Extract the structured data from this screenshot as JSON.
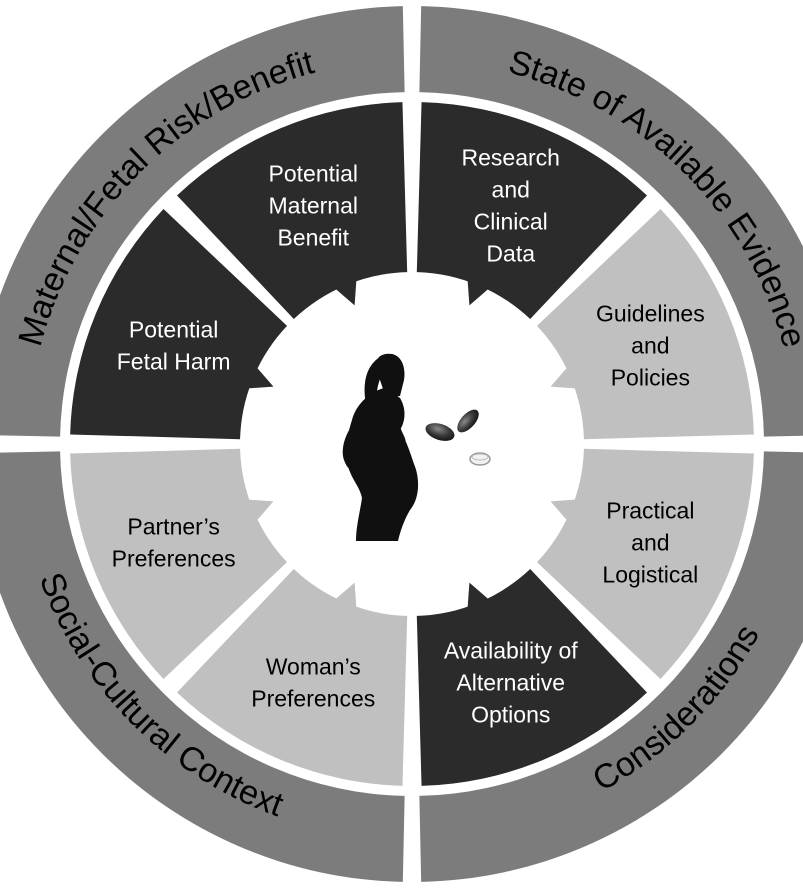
{
  "colors": {
    "ring": "#7c7c7c",
    "dark_segment": "#2b2b2b",
    "light_segment": "#c0c0c0",
    "dark_text": "#ffffff",
    "light_text": "#000000"
  },
  "outer_ring": [
    {
      "id": "maternal-fetal",
      "label": "Maternal/Fetal Risk/Benefit"
    },
    {
      "id": "evidence",
      "label": "State of Available Evidence"
    },
    {
      "id": "social-cultural",
      "label": "Social-Cultural Context"
    },
    {
      "id": "considerations",
      "label": "Considerations"
    }
  ],
  "segments": [
    {
      "id": "fetal-harm",
      "tone": "dark",
      "lines": [
        "Potential",
        "Fetal Harm"
      ]
    },
    {
      "id": "maternal-benefit",
      "tone": "dark",
      "lines": [
        "Potential",
        "Maternal",
        "Benefit"
      ]
    },
    {
      "id": "research-data",
      "tone": "dark",
      "lines": [
        "Research",
        "and",
        "Clinical",
        "Data"
      ]
    },
    {
      "id": "guidelines",
      "tone": "light",
      "lines": [
        "Guidelines",
        "and",
        "Policies"
      ]
    },
    {
      "id": "practical",
      "tone": "light",
      "lines": [
        "Practical",
        "and",
        "Logistical"
      ]
    },
    {
      "id": "alternatives",
      "tone": "dark",
      "lines": [
        "Availability of",
        "Alternative",
        "Options"
      ]
    },
    {
      "id": "womans-preferences",
      "tone": "light",
      "lines": [
        "Woman’s",
        "Preferences"
      ]
    },
    {
      "id": "partners-preferences",
      "tone": "light",
      "lines": [
        "Partner’s",
        "Preferences"
      ]
    }
  ],
  "center": {
    "image": "pregnant-woman-silhouette",
    "objects": [
      "capsule-pill",
      "capsule-pill",
      "round-tablet"
    ]
  }
}
